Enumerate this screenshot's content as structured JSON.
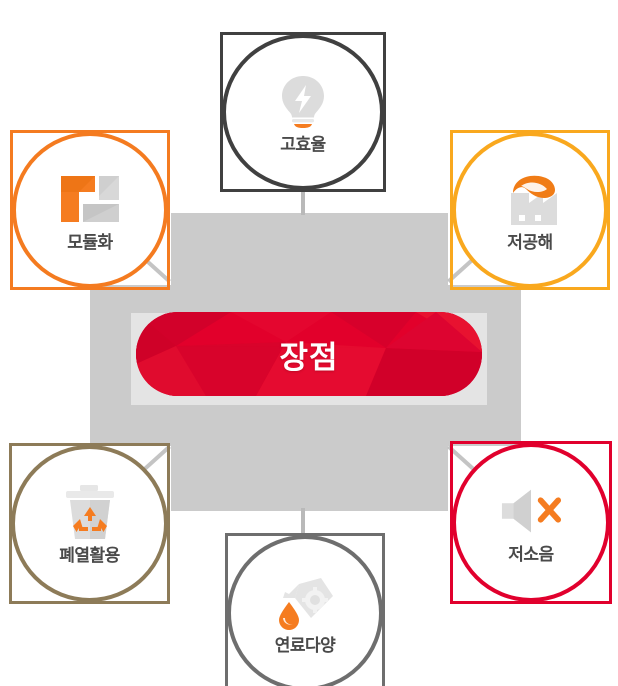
{
  "diagram": {
    "title_center": "장점",
    "center_color": "#e2002b",
    "hub_color": "#cbcbcb",
    "connector_color": "#bdbdbd",
    "nodes": [
      {
        "id": "node-top",
        "label": "고효율",
        "icon": "lightbulb-icon",
        "color": "#404040",
        "position": "top"
      },
      {
        "id": "node-top-left",
        "label": "모듈화",
        "icon": "modular-blocks-icon",
        "color": "#f47b20",
        "position": "top-left"
      },
      {
        "id": "node-top-right",
        "label": "저공해",
        "icon": "factory-leaf-icon",
        "color": "#f9a81e",
        "position": "top-right"
      },
      {
        "id": "node-bottom-left",
        "label": "폐열활용",
        "icon": "recycle-bin-icon",
        "color": "#8d7b58",
        "position": "bottom-left"
      },
      {
        "id": "node-bottom",
        "label": "연료다양",
        "icon": "oil-can-icon",
        "color": "#6e6e6e",
        "position": "bottom"
      },
      {
        "id": "node-bottom-right",
        "label": "저소음",
        "icon": "muted-speaker-icon",
        "color": "#e1002d",
        "position": "bottom-right"
      }
    ],
    "icon_palette": {
      "gray_light": "#e0e0e0",
      "gray_mid": "#cfcfcf",
      "gray_dark": "#bdbdbd",
      "accent_orange": "#f57c20"
    }
  }
}
